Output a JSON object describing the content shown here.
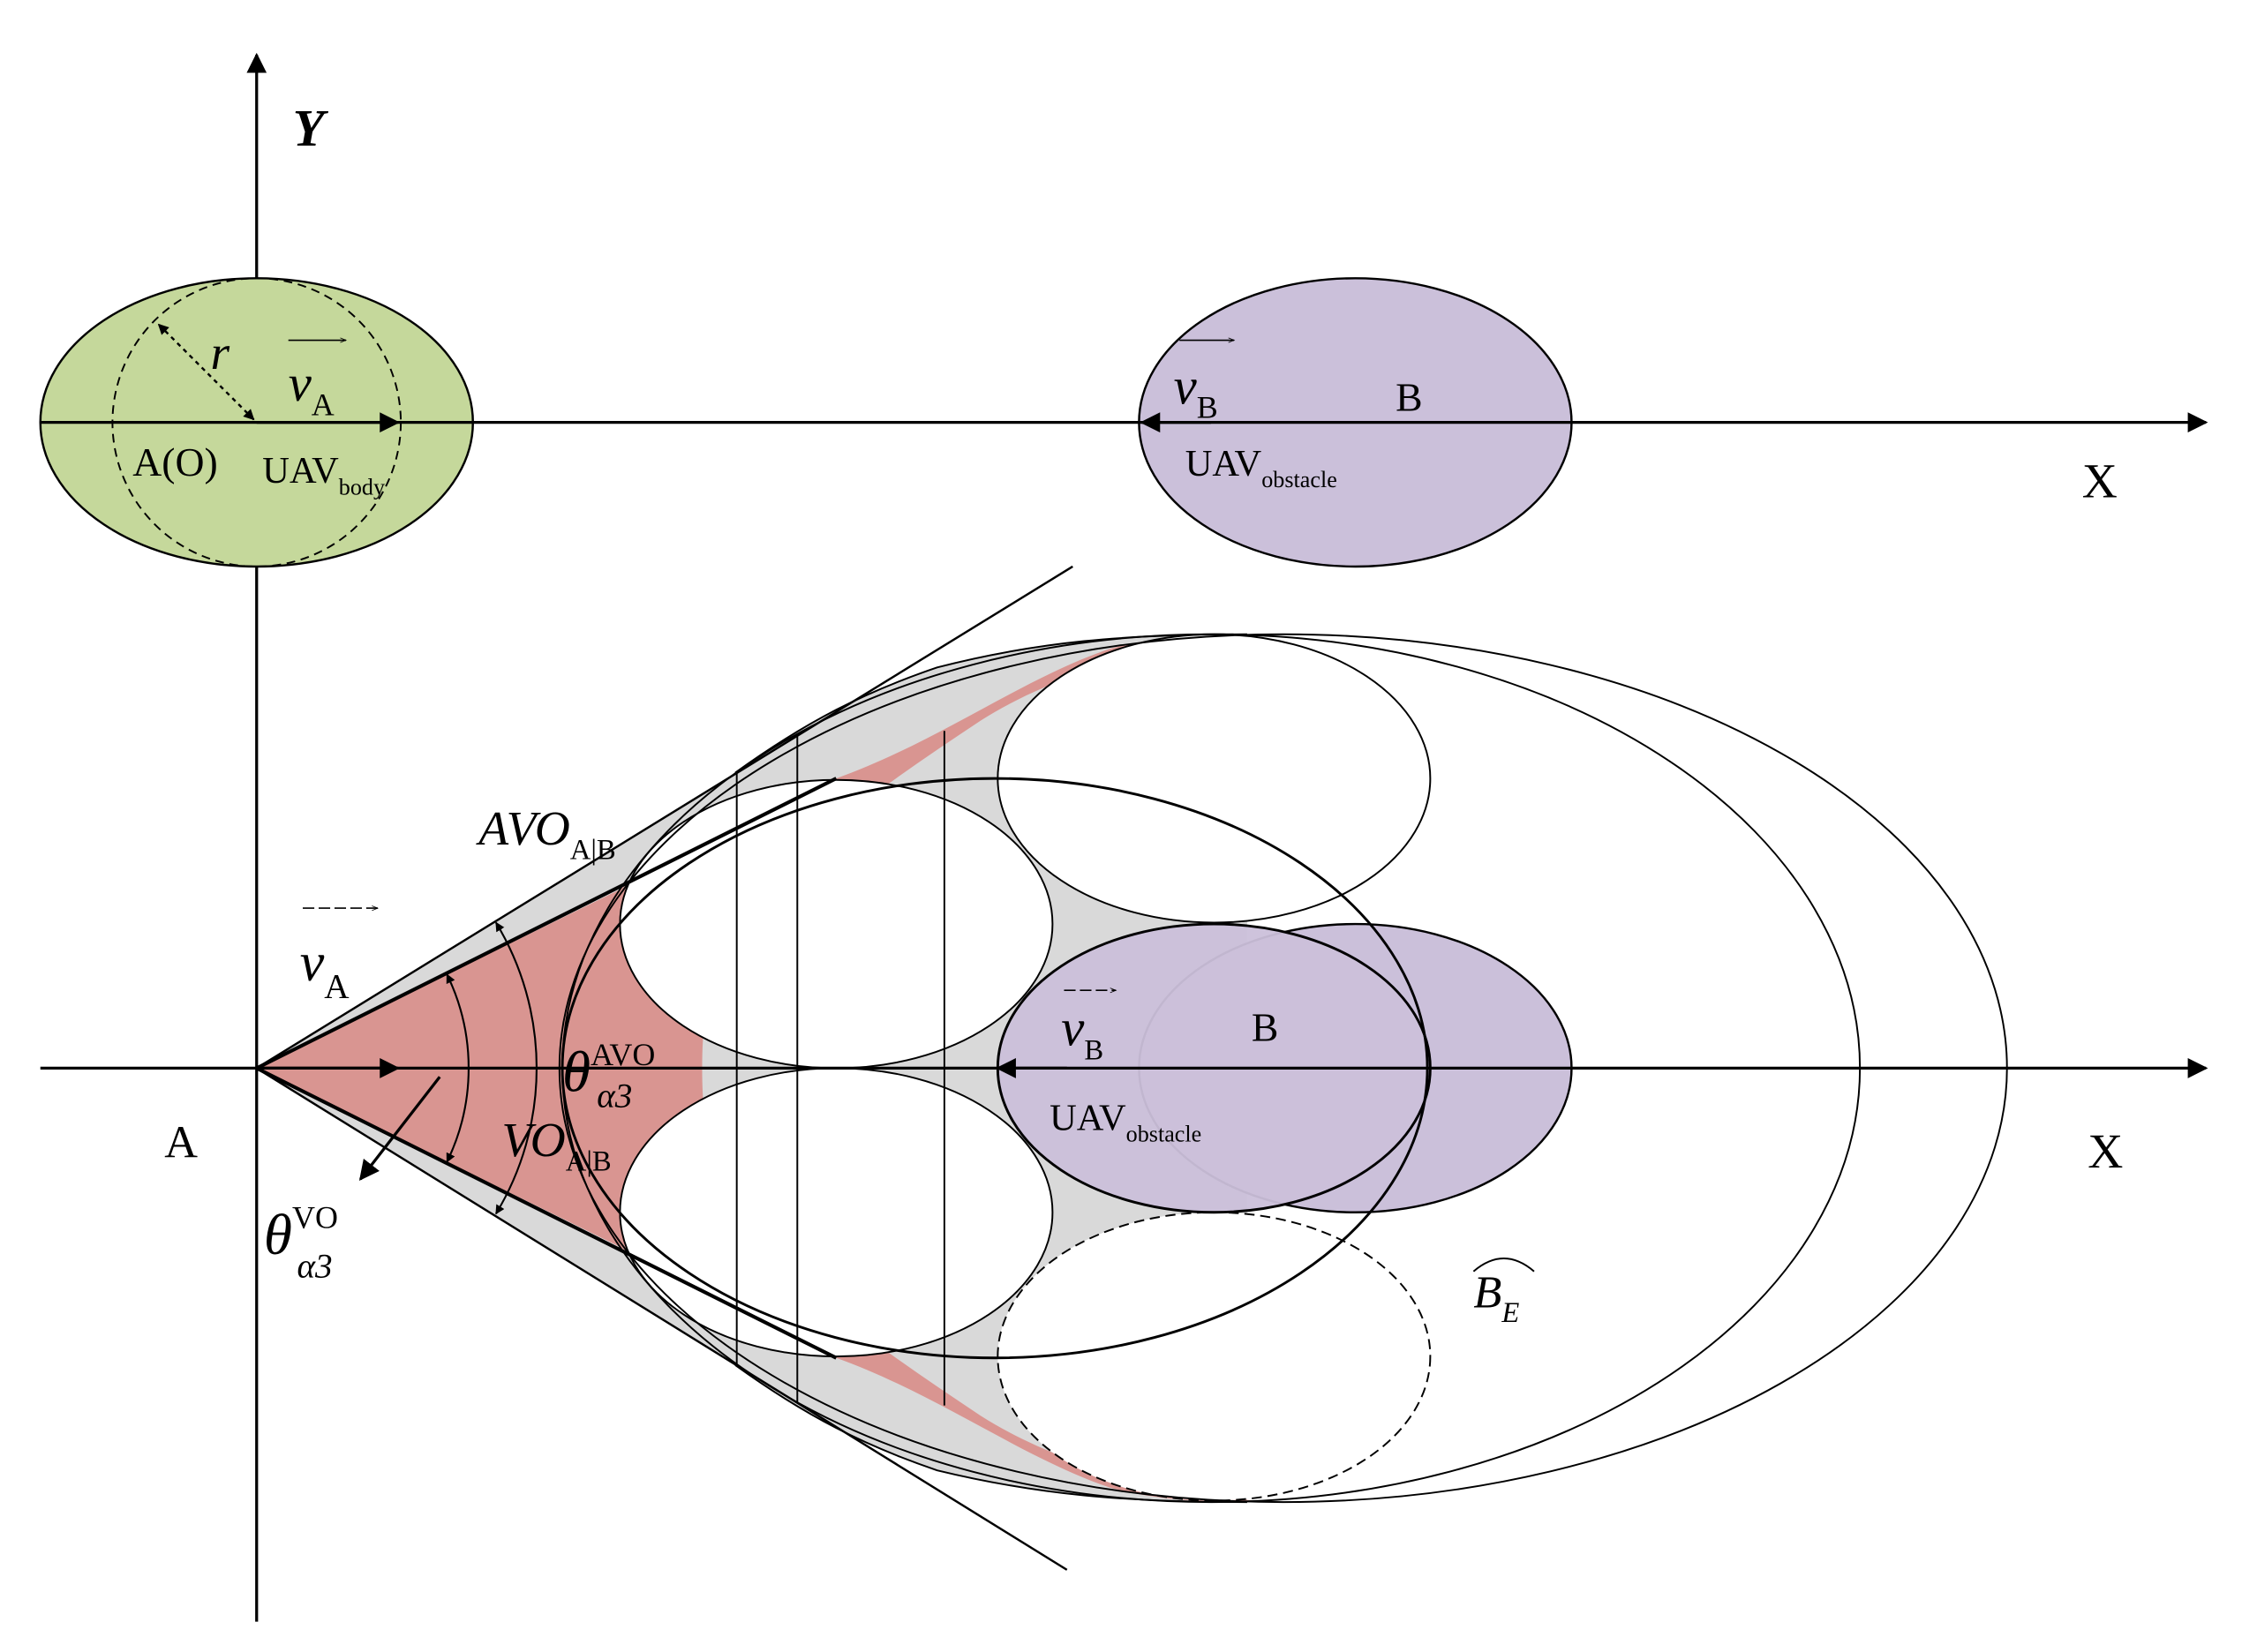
{
  "axes": {
    "y_label": "Y",
    "x_label_top": "X",
    "x_label_bottom": "X",
    "origin_label_bottom": "A"
  },
  "uav_body": {
    "origin_label": "A(O)",
    "radius_label": "r",
    "velocity_symbol": "v",
    "velocity_subscript": "A",
    "name_main": "UAV",
    "name_sub": "body",
    "fill_color": "#c5d89b"
  },
  "uav_obstacle_top": {
    "label": "B",
    "velocity_symbol": "v",
    "velocity_subscript": "B",
    "name_main": "UAV",
    "name_sub": "obstacle",
    "fill_color": "#cbc0da"
  },
  "cone": {
    "avo_main": "AVO",
    "avo_sub": "A|B",
    "vo_main": "VO",
    "vo_sub": "A|B",
    "velocity_symbol": "v",
    "velocity_subscript": "A",
    "theta_symbol": "θ",
    "theta_avo_sup": "AVO",
    "theta_avo_sub": "α3",
    "theta_vo_sup": "VO",
    "theta_vo_sub": "α3",
    "vo_fill_color": "#d99591",
    "avo_fill_color": "#d9d9d9"
  },
  "uav_obstacle_bottom": {
    "label": "B",
    "velocity_symbol": "v",
    "velocity_subscript": "B",
    "name_main": "UAV",
    "name_sub": "obstacle",
    "fill_color": "#cbc0da"
  },
  "expanded_region": {
    "symbol": "B",
    "subscript": "E"
  }
}
